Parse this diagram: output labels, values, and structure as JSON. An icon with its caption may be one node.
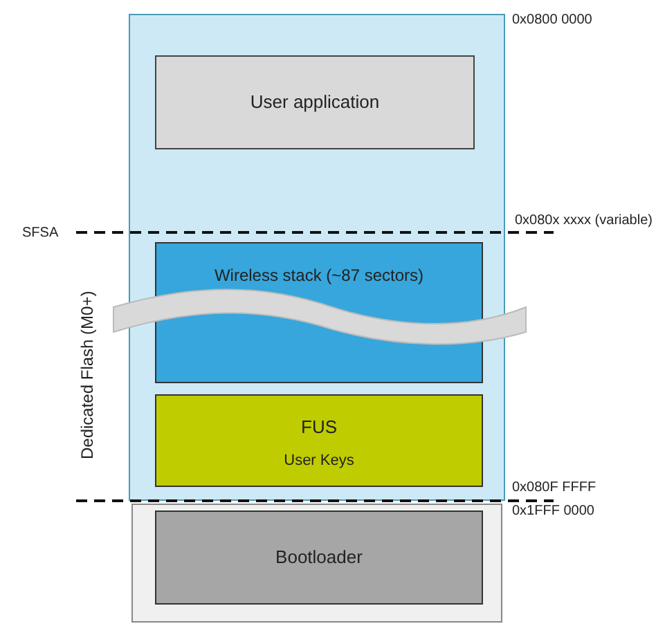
{
  "diagram": {
    "nodes": [
      {
        "text": [],
        "shape": "box"
      },
      {
        "text": [
          "User application"
        ],
        "in": 0
      },
      {
        "text": [
          "Wireless stack (~87 sectors)"
        ],
        "in": 0
      },
      {
        "text": [],
        "shape": "wave"
      },
      {
        "text": [
          "FUS",
          "User Keys"
        ],
        "in": 0
      },
      {
        "text": [],
        "shape": "box"
      },
      {
        "text": [
          "Bootloader"
        ],
        "in": 5
      }
    ],
    "edges": [],
    "labels": [
      "0x0800 0000",
      "SFSA",
      "0x080x xxxx (variable)",
      "Dedicated Flash (M0+)",
      "0x080F FFFF",
      "0x1FFF 0000"
    ]
  }
}
